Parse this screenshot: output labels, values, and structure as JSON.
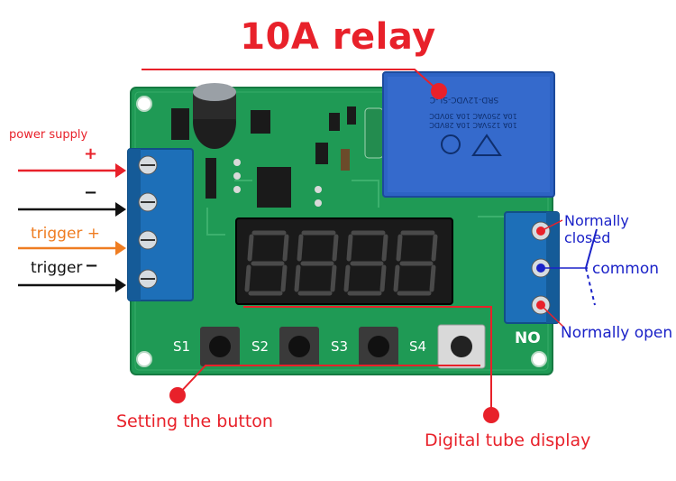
{
  "title": "10A relay",
  "relay": {
    "line1": "SRD-12VDC-SL-C",
    "line2": "10A 250VAC 10A 30VDC",
    "line3": "10A 125VAC 10A 28VDC"
  },
  "inputs": {
    "power_supply": "power supply",
    "plus": "+",
    "minus": "−",
    "trigger_plus_label": "trigger +",
    "trigger_minus_label": "trigger",
    "trigger_minus_sign": "−"
  },
  "outputs": {
    "normally_closed": "Normally closed",
    "common": "common",
    "normally_open": "Normally open",
    "no_marking": "NO"
  },
  "buttons": [
    "S1",
    "S2",
    "S3",
    "S4"
  ],
  "callouts": {
    "setting_button": "Setting the button",
    "digital_tube": "Digital tube display"
  },
  "colors": {
    "pcb": "#1f9a55",
    "terminal": "#1d6fb8",
    "relay": "#2d63c4",
    "accent_red": "#e8212a",
    "accent_orange": "#ef7d22",
    "label_blue": "#1b22c8"
  }
}
